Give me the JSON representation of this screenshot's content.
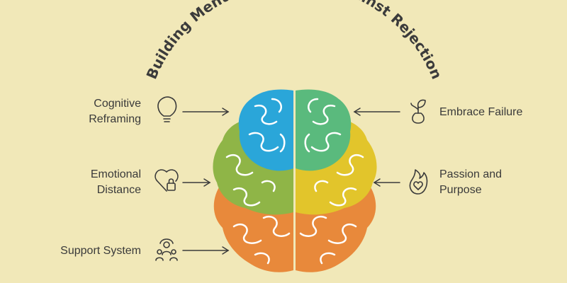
{
  "diagram": {
    "title": "Building Mental Resilience Against Rejection",
    "left_items": [
      {
        "lines": [
          "Cognitive",
          "Reframing"
        ],
        "icon": "lightbulb-icon"
      },
      {
        "lines": [
          "Emotional",
          "Distance"
        ],
        "icon": "heart-lock-icon"
      },
      {
        "lines": [
          "Support System"
        ],
        "icon": "support-people-icon"
      }
    ],
    "right_items": [
      {
        "lines": [
          "Embrace Failure"
        ],
        "icon": "sprout-icon"
      },
      {
        "lines": [
          "Passion and",
          "Purpose"
        ],
        "icon": "heart-flame-icon"
      }
    ],
    "colors": {
      "background": "#f1e8b8",
      "blue": "#2aa6d9",
      "green": "#5aba7d",
      "olive": "#8fb547",
      "yellow": "#e2c52b",
      "orange": "#e8893b",
      "text": "#3a3a3a"
    }
  }
}
